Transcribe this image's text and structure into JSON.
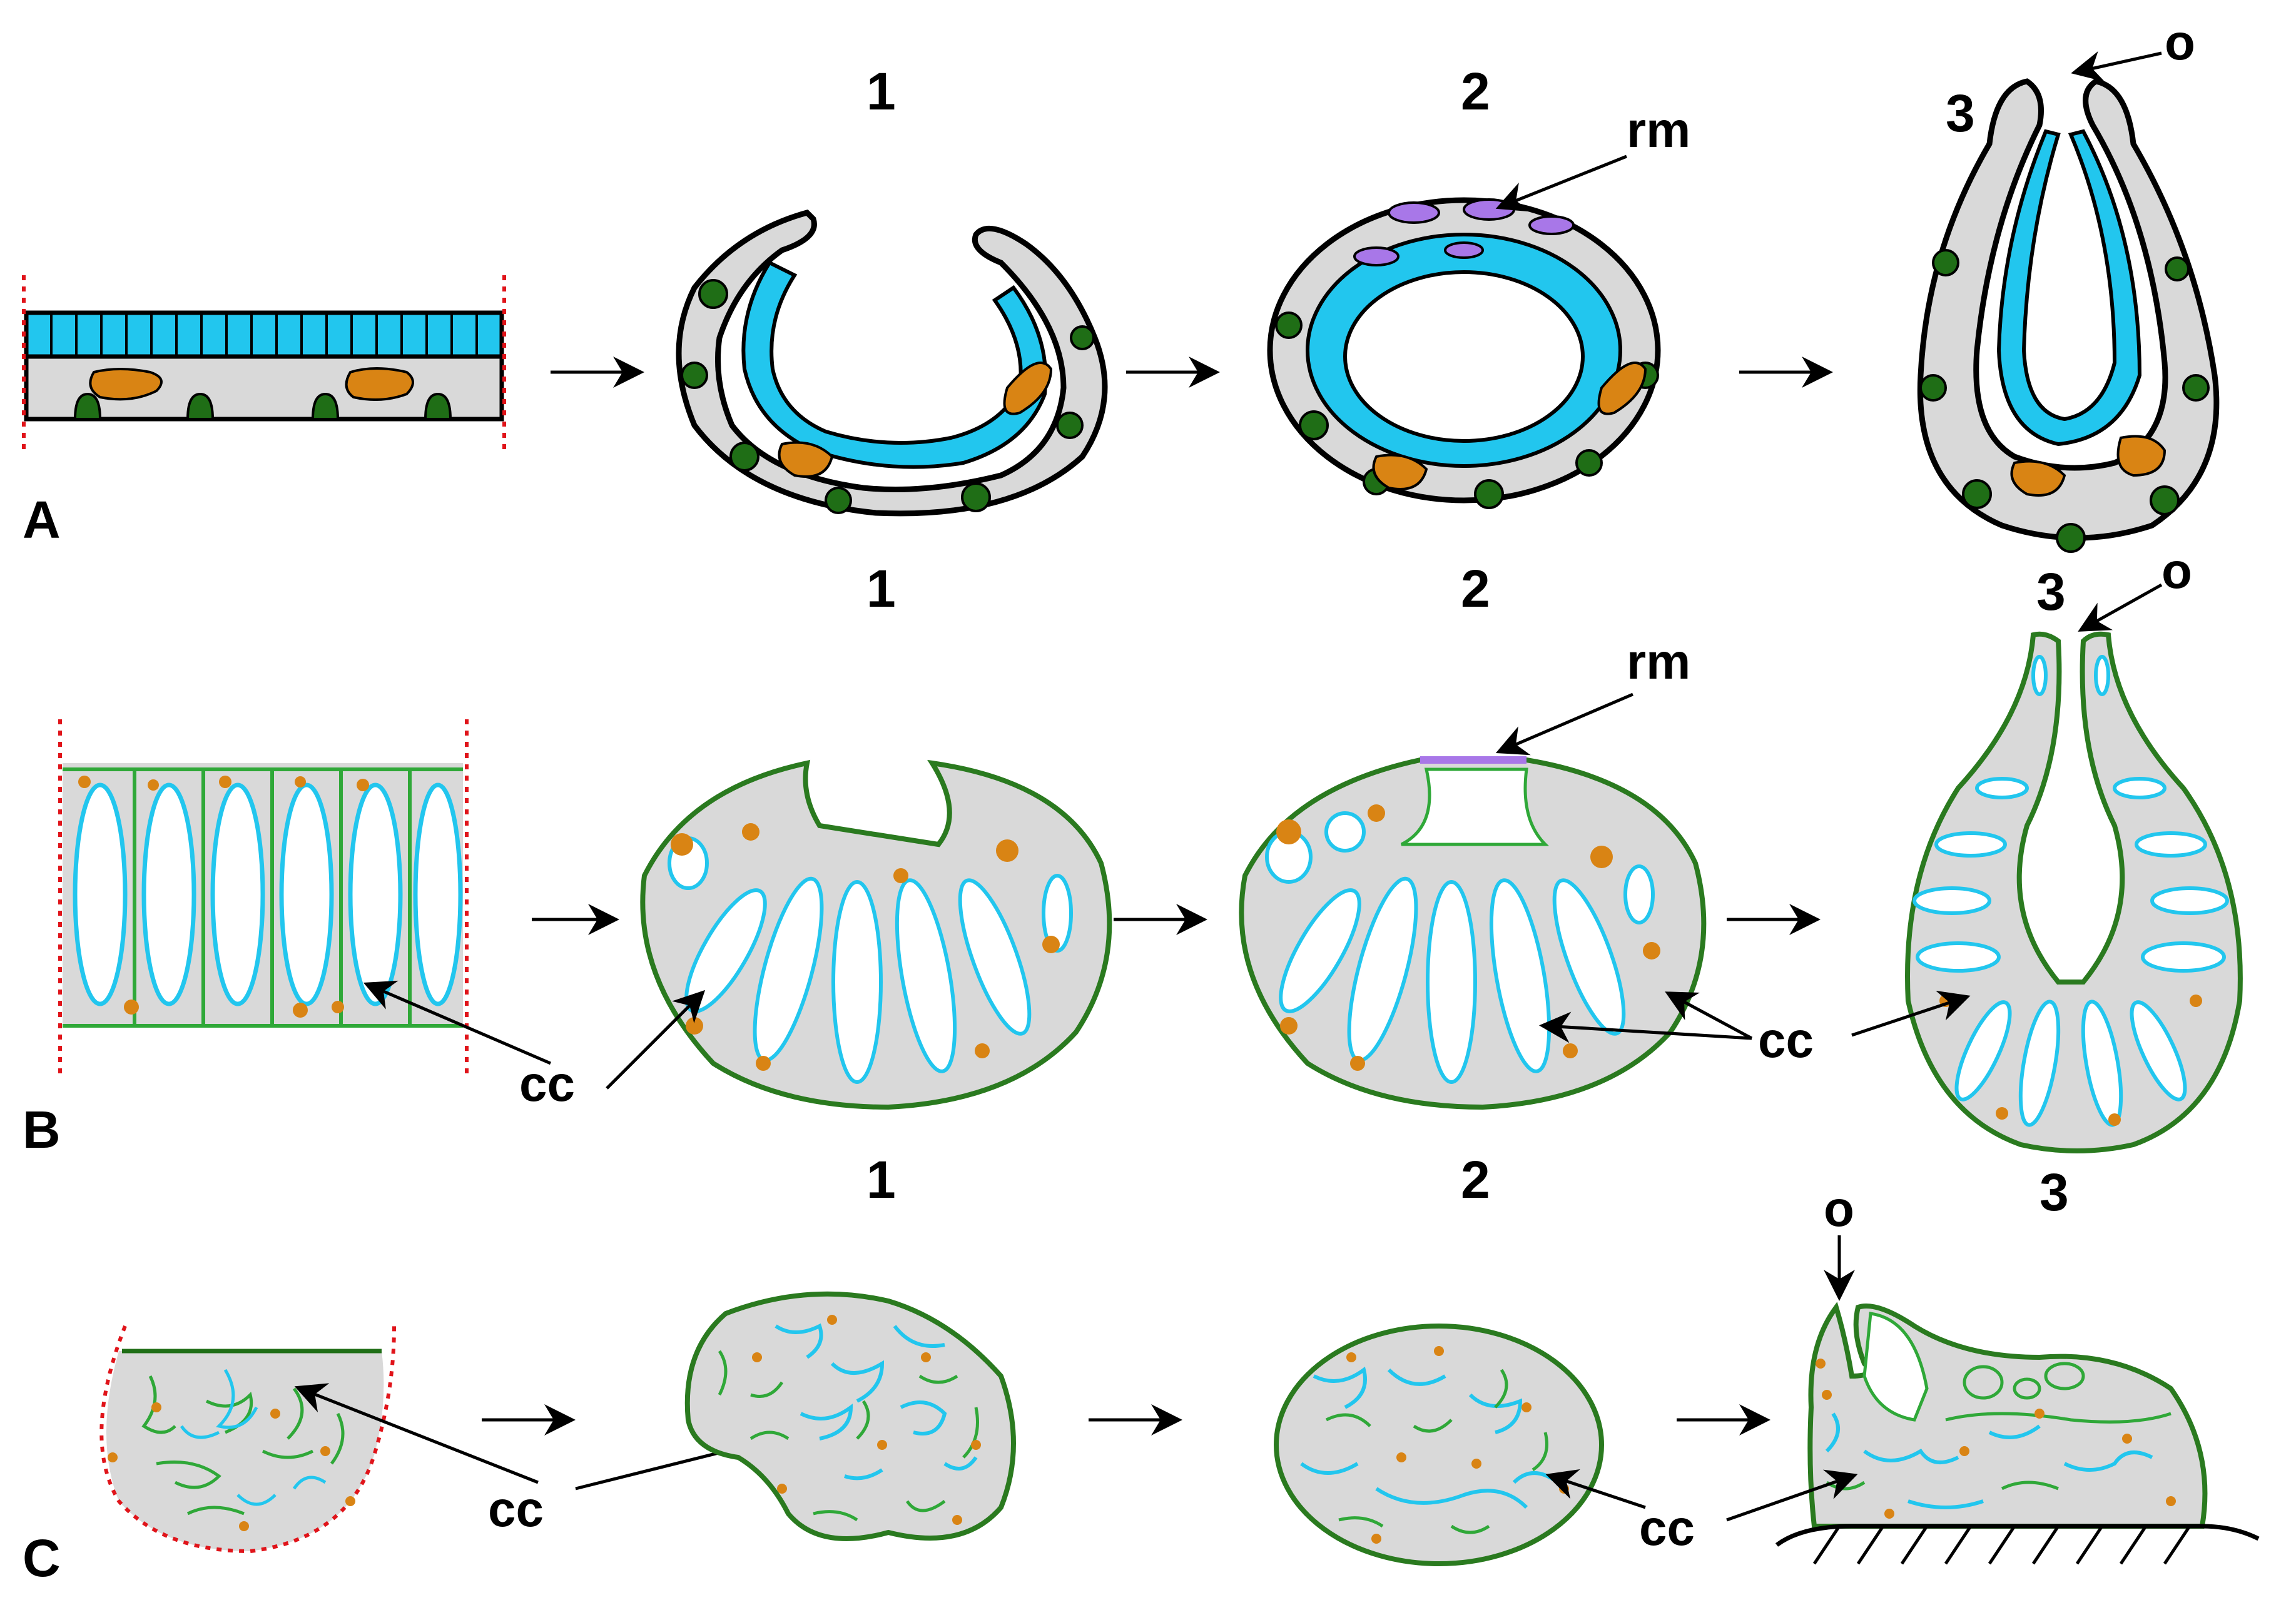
{
  "row_labels": {
    "a": "A",
    "b": "B",
    "c": "C"
  },
  "stage_numbers": {
    "a1": "1",
    "a2": "2",
    "a3": "3",
    "b1": "1",
    "b2": "2",
    "b3": "3",
    "c1": "1",
    "c2": "2",
    "c3": "3"
  },
  "annotations": {
    "o": "o",
    "rm": "rm",
    "cc": "cc"
  },
  "colors": {
    "mesohyl_gray": "#d9d9d9",
    "choanoderm_cyan": "#22c6ee",
    "pinacoderm_green": "#1f6e16",
    "cell_green_outline": "#2fa838",
    "archaeocyte_orange": "#d98414",
    "rm_purple": "#a877e8",
    "cut_edge_red": "#e0141a"
  }
}
